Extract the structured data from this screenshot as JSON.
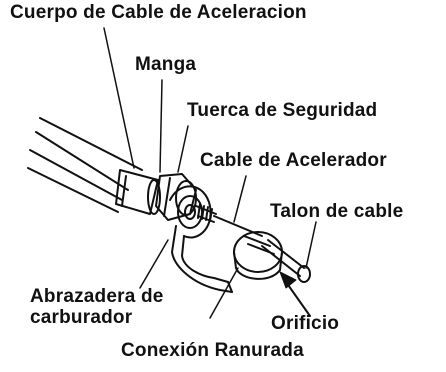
{
  "labels": {
    "cable_body": "Cuerpo de Cable de Aceleracion",
    "sleeve": "Manga",
    "lock_nut": "Tuerca de Seguridad",
    "throttle_cable": "Cable de Acelerador",
    "cable_end": "Talon de cable",
    "bracket_line1": "Abrazadera de",
    "bracket_line2": "carburador",
    "hole": "Orificio",
    "slotted_connection": "Conexión Ranurada"
  }
}
